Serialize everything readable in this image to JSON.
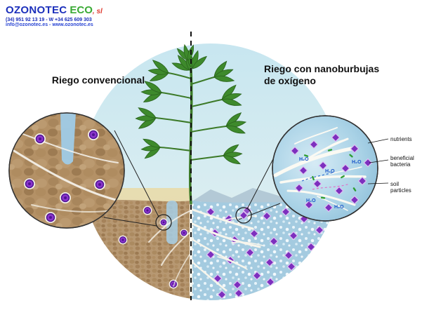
{
  "logo": {
    "brand": "OZONOTEC",
    "brand2": "ECO",
    "suffix": ", sl",
    "phone_line": "(34) 951 92 13 19 - W +34 625 609 303",
    "web_line": "info@ozonotec.es - www.ozonotec.es"
  },
  "headings": {
    "left": "Riego convencional",
    "right": "Riego con nanoburbujas de oxígeno"
  },
  "annotations": {
    "nutrients": "nutrients",
    "beneficial_bacteria": "beneficial bacteria",
    "soil_particles": "soil particles",
    "h2o": "H₂O"
  },
  "colors": {
    "brand_blue": "#1b2fbb",
    "brand_green": "#3aaa35",
    "brand_red": "#e03a2f",
    "nutrient_purple": "#7d2fbe",
    "soil_brown": "#b3946c",
    "water_blue": "#a4cbe0",
    "leaf_green": "#3e8a2c",
    "root_white": "#f7f5ec",
    "sky_blue": "#c7e6f0"
  }
}
